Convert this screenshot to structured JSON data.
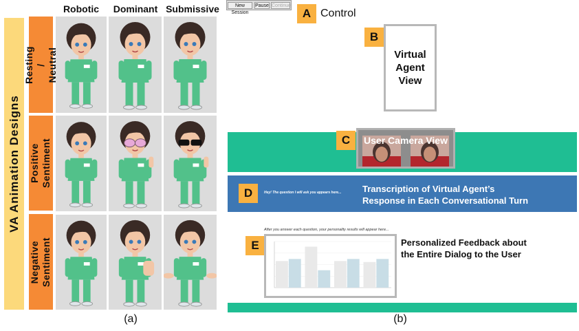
{
  "panel_a": {
    "side_label": "VA Animation Designs",
    "columns": [
      "Robotic",
      "Dominant",
      "Submissive"
    ],
    "rows": [
      "Resting / Neutral",
      "Positive Sentiment",
      "Negative Sentiment"
    ],
    "caption": "(a)"
  },
  "panel_b": {
    "caption": "(b)",
    "control": {
      "letter": "A",
      "label": "Control",
      "buttons": [
        "New Session",
        "Pause",
        "Continue"
      ]
    },
    "agent_view": {
      "letter": "B",
      "label": "Virtual Agent View"
    },
    "camera": {
      "letter": "C",
      "label": "User Camera View"
    },
    "transcription": {
      "letter": "D",
      "prompt": "Hey! The question I will ask you appears here...",
      "label_line1": "Transcription of Virtual Agent’s",
      "label_line2": "Response in Each Conversational Turn"
    },
    "feedback": {
      "letter": "E",
      "hint": "After you answer each question, your personality results will appear here...",
      "label_line1": "Personalized Feedback about",
      "label_line2": "the Entire Dialog to the User"
    }
  },
  "colors": {
    "row_label": "#f58a35",
    "side_label": "#fcd97b",
    "letter_badge": "#f9b140",
    "teal_band": "#1fbe93",
    "blue_band": "#3d77b4"
  },
  "chart_data": {
    "type": "bar",
    "categories": [
      "",
      "",
      "",
      ""
    ],
    "series": [
      {
        "values": [
          26,
          40,
          26,
          25
        ]
      },
      {
        "values": [
          28,
          17,
          28,
          28
        ]
      }
    ],
    "ylim": [
      0,
      45
    ]
  }
}
